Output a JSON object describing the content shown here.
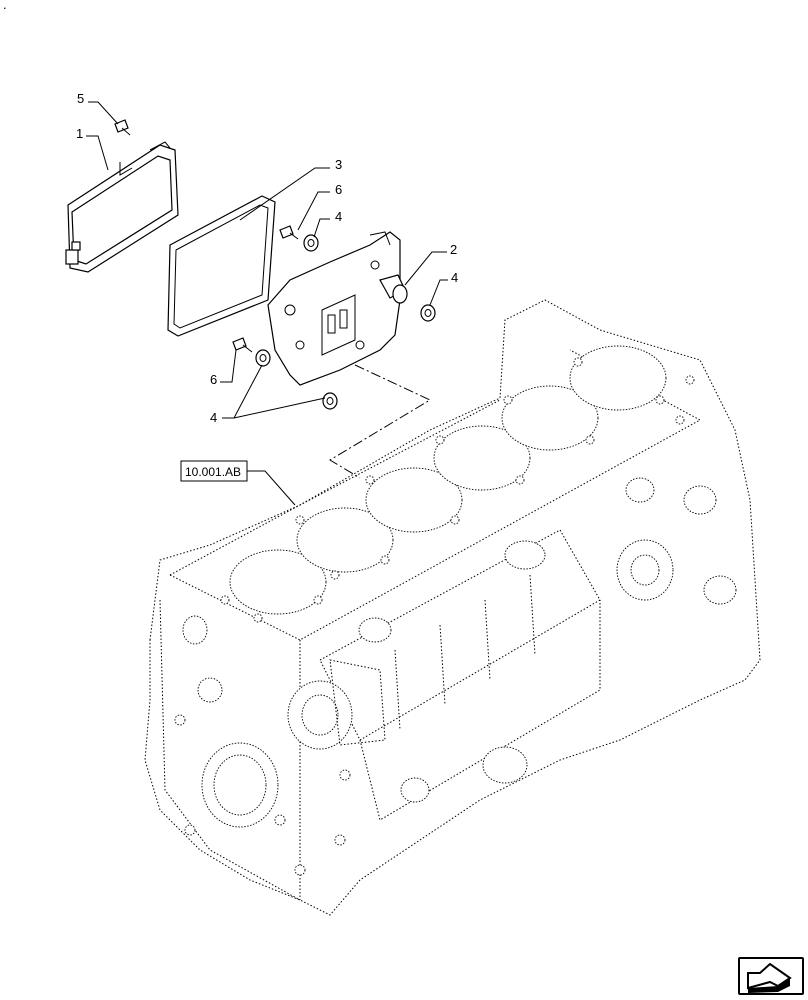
{
  "corner_mark": ".",
  "reference_label": "10.001.AB",
  "callouts": [
    {
      "id": "c5",
      "text": "5"
    },
    {
      "id": "c1",
      "text": "1"
    },
    {
      "id": "c3",
      "text": "3"
    },
    {
      "id": "c6a",
      "text": "6"
    },
    {
      "id": "c4a",
      "text": "4"
    },
    {
      "id": "c2",
      "text": "2"
    },
    {
      "id": "c4b",
      "text": "4"
    },
    {
      "id": "c6b",
      "text": "6"
    },
    {
      "id": "c4c",
      "text": "4"
    }
  ],
  "nav_icon": "previous-page-arrow-icon"
}
